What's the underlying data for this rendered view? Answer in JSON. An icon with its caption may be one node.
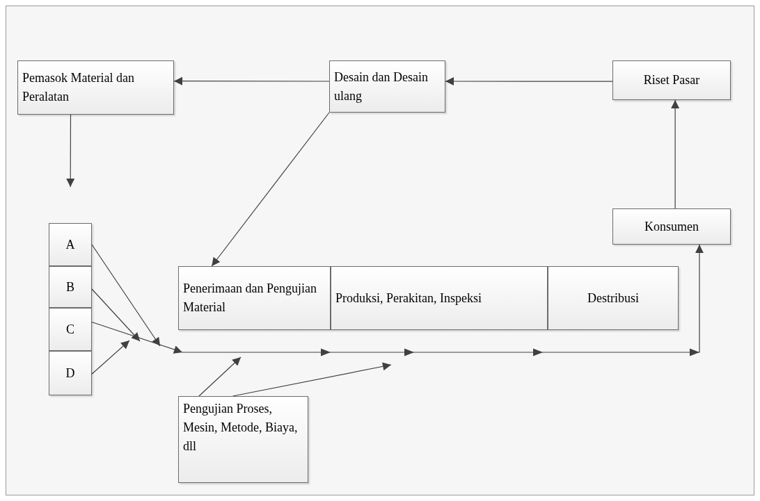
{
  "diagram": {
    "nodes": [
      {
        "text": [
          "Pemasok Material dan Peralatan"
        ]
      },
      {
        "text": [
          "Desain dan Desain ulang"
        ]
      },
      {
        "text": [
          "Riset Pasar"
        ]
      },
      {
        "text": [
          "Konsumen"
        ]
      },
      {
        "text": [
          "Penerimaan dan Pengujian Material"
        ]
      },
      {
        "text": [
          "Produksi, Perakitan, Inspeksi"
        ]
      },
      {
        "text": [
          "Destribusi"
        ]
      },
      {
        "text": [
          "A"
        ]
      },
      {
        "text": [
          "B"
        ]
      },
      {
        "text": [
          "C"
        ]
      },
      {
        "text": [
          "D"
        ]
      },
      {
        "text": [
          "Pengujian Proses, Mesin, Metode, Biaya, dll"
        ]
      }
    ],
    "edges": [
      {
        "from": 1,
        "to": 0,
        "arrow": "to"
      },
      {
        "from": 2,
        "to": 1,
        "arrow": "to"
      },
      {
        "from": 3,
        "to": 2,
        "arrow": "to"
      },
      {
        "from": 1,
        "to": 4,
        "arrow": "to"
      },
      {
        "from": 0,
        "to": 7,
        "arrow": "to"
      },
      {
        "from": 7,
        "to": null,
        "arrow": "to"
      },
      {
        "from": 8,
        "to": null,
        "arrow": "to"
      },
      {
        "from": 9,
        "to": null,
        "arrow": "to"
      },
      {
        "from": 10,
        "to": null,
        "arrow": "to"
      },
      {
        "from": null,
        "to": 3,
        "arrow": "to"
      },
      {
        "from": 11,
        "to": null,
        "arrow": "to"
      },
      {
        "from": 11,
        "to": null,
        "arrow": "to"
      }
    ]
  }
}
